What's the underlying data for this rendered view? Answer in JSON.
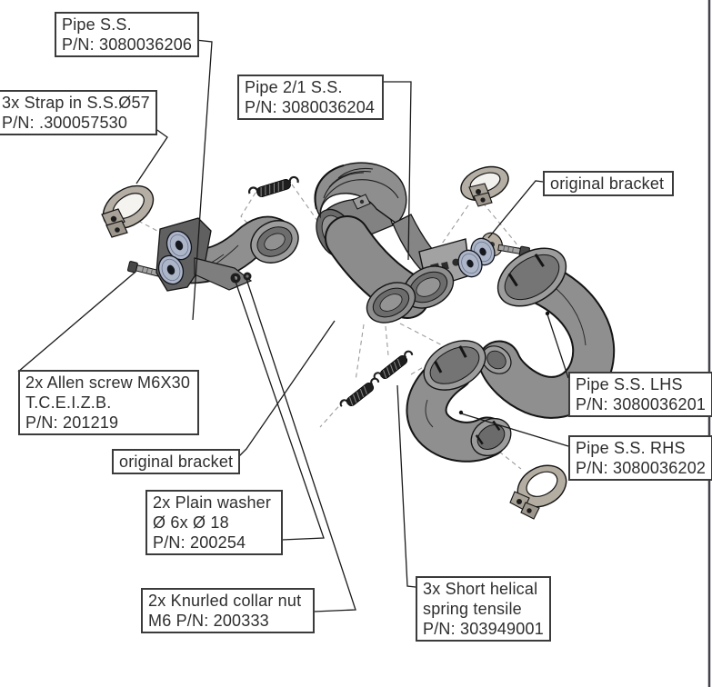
{
  "figure_title": "Exploded exhaust system parts diagram",
  "colors": {
    "background": "#ffffff",
    "pipe_gray": "#8f8f8f",
    "washer_blue": "#adb6c9",
    "clamp_beige": "#b4ada1",
    "spring_black": "#1e1e1e",
    "leader_line": "#1a1a1a",
    "dashed_line": "#9b9b9b",
    "frame_line": "#43434b"
  },
  "labels": {
    "pipe_ss": {
      "line1": "Pipe S.S.",
      "line2": "P/N: 3080036206"
    },
    "strap": {
      "line1": "3x Strap in S.S.Ø57",
      "line2": "P/N: .300057530"
    },
    "pipe21": {
      "line1": "Pipe 2/1 S.S.",
      "line2": "P/N: 3080036204"
    },
    "original_bracket_right": {
      "line1": "original bracket"
    },
    "allen": {
      "line1": "2x Allen screw M6X30",
      "line2": "T.C.E.I.Z.B.",
      "line3": "P/N: 201219"
    },
    "original_bracket_bottom": {
      "line1": "original bracket"
    },
    "washer": {
      "line1": "2x Plain washer",
      "line2": "Ø 6x Ø 18",
      "line3": "P/N: 200254"
    },
    "knurled": {
      "line1": "2x Knurled collar nut",
      "line2": "M6 P/N: 200333"
    },
    "pipe_lhs": {
      "line1": "Pipe S.S. LHS",
      "line2": "P/N: 3080036201"
    },
    "pipe_rhs": {
      "line1": "Pipe S.S. RHS",
      "line2": "P/N: 3080036202"
    },
    "spring": {
      "line1": "3x Short helical",
      "line2": "spring tensile",
      "line3": "P/N: 303949001"
    }
  }
}
